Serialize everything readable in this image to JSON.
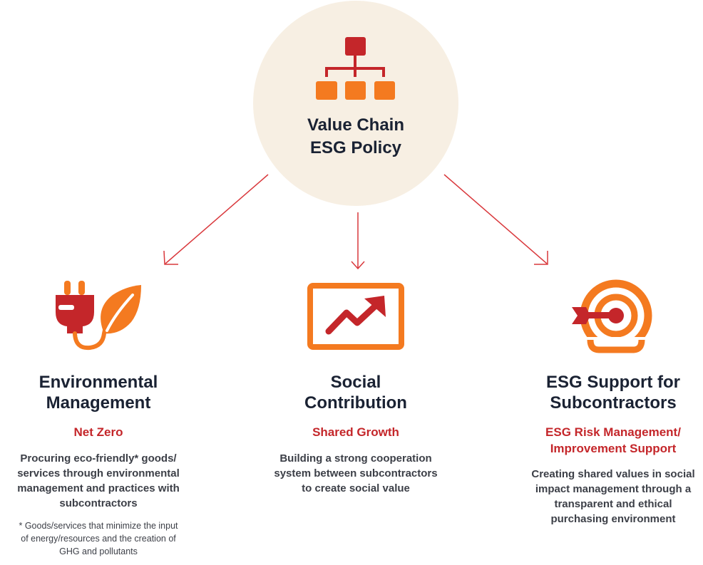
{
  "center": {
    "title_line1": "Value Chain",
    "title_line2": "ESG Policy",
    "icon": "org-chart-icon"
  },
  "columns": [
    {
      "icon": "plug-leaf-icon",
      "title_line1": "Environmental",
      "title_line2": "Management",
      "subtitle_line1": "Net Zero",
      "desc_lines": [
        "Procuring eco-friendly* goods/",
        "services through environmental",
        "management and practices with",
        "subcontractors"
      ],
      "footnote_lines": [
        "* Goods/services that minimize the input",
        "of energy/resources and the creation of",
        "GHG and pollutants"
      ]
    },
    {
      "icon": "growth-chart-icon",
      "title_line1": "Social",
      "title_line2": "Contribution",
      "subtitle_line1": "Shared Growth",
      "desc_lines": [
        "Building a strong cooperation",
        "system between subcontractors",
        "to create social value"
      ]
    },
    {
      "icon": "target-arrow-icon",
      "title_line1": "ESG Support for",
      "title_line2": "Subcontractors",
      "subtitle_line1": "ESG Risk Management/",
      "subtitle_line2": "Improvement Support",
      "desc_lines": [
        "Creating shared values in social",
        "impact management through a",
        "transparent and ethical",
        "purchasing environment"
      ]
    }
  ],
  "colors": {
    "accent_red": "#c4262a",
    "accent_orange": "#f47a20",
    "circle_bg": "#f7efe3",
    "heading": "#1a2233"
  }
}
